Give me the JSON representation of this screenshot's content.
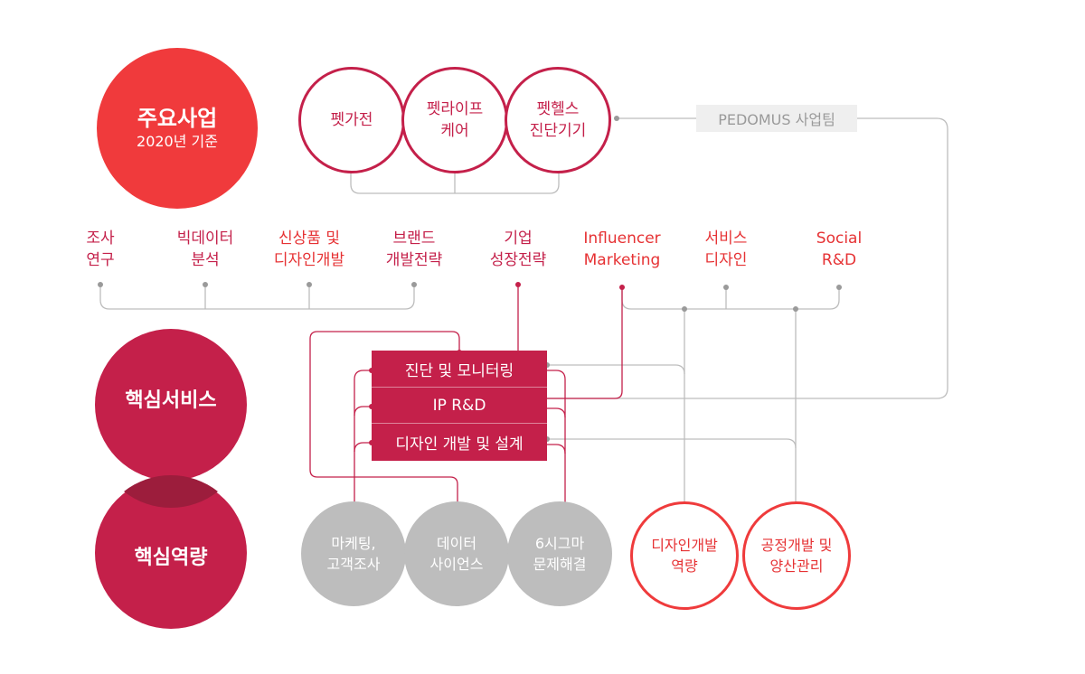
{
  "major_business": {
    "title": "주요사업",
    "subtitle": "2020년 기준"
  },
  "business_items": [
    {
      "line1": "펫가전",
      "line2": ""
    },
    {
      "line1": "펫라이프",
      "line2": "케어"
    },
    {
      "line1": "펫헬스",
      "line2": "진단기기"
    }
  ],
  "team_label": "PEDOMUS 사업팀",
  "categories_left": [
    {
      "line1": "조사",
      "line2": "연구"
    },
    {
      "line1": "빅데이터",
      "line2": "분석"
    },
    {
      "line1": "신상품 및",
      "line2": "디자인개발"
    },
    {
      "line1": "브랜드",
      "line2": "개발전략"
    }
  ],
  "categories_strategy": {
    "line1": "기업",
    "line2": "성장전략"
  },
  "categories_right": [
    {
      "line1": "Influencer",
      "line2": "Marketing"
    },
    {
      "line1": "서비스",
      "line2": "디자인"
    },
    {
      "line1": "Social",
      "line2": "R&D"
    }
  ],
  "core_service": {
    "title": "핵심서비스"
  },
  "core_competency": {
    "title": "핵심역량"
  },
  "services": [
    "진단 및 모니터링",
    "IP R&D",
    "디자인 개발 및 설계"
  ],
  "competencies_grey": [
    {
      "line1": "마케팅,",
      "line2": "고객조사"
    },
    {
      "line1": "데이터",
      "line2": "사이언스"
    },
    {
      "line1": "6시그마",
      "line2": "문제해결"
    }
  ],
  "competencies_red": [
    {
      "line1": "디자인개발",
      "line2": "역량"
    },
    {
      "line1": "공정개발 및",
      "line2": "양산관리"
    }
  ],
  "colors": {
    "primary_red": "#f03a3c",
    "crimson": "#c4204a",
    "grey": "#bdbdbd",
    "connector": "#c0c0c0"
  }
}
